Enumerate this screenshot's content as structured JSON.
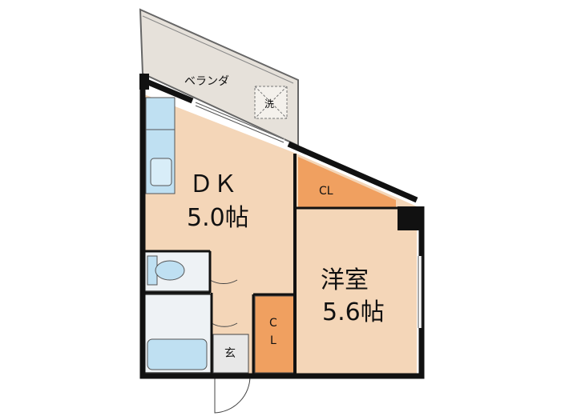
{
  "plan": {
    "rooms": {
      "dk_name": "ＤＫ",
      "dk_size": "5.0帖",
      "western_name": "洋室",
      "western_size": "5.6帖"
    },
    "labels": {
      "veranda": "ベランダ",
      "washer": "洗",
      "closet_upper": "CL",
      "closet_lower_c": "C",
      "closet_lower_l": "L",
      "entrance": "玄"
    },
    "colors": {
      "wall": "#111111",
      "floor": "#f4d6b8",
      "closet": "#f0a060",
      "veranda": "#e6e1da",
      "fixture": "#bfe0f2",
      "wet_area": "#eef2f5",
      "entrance": "#e8e8e8"
    }
  }
}
